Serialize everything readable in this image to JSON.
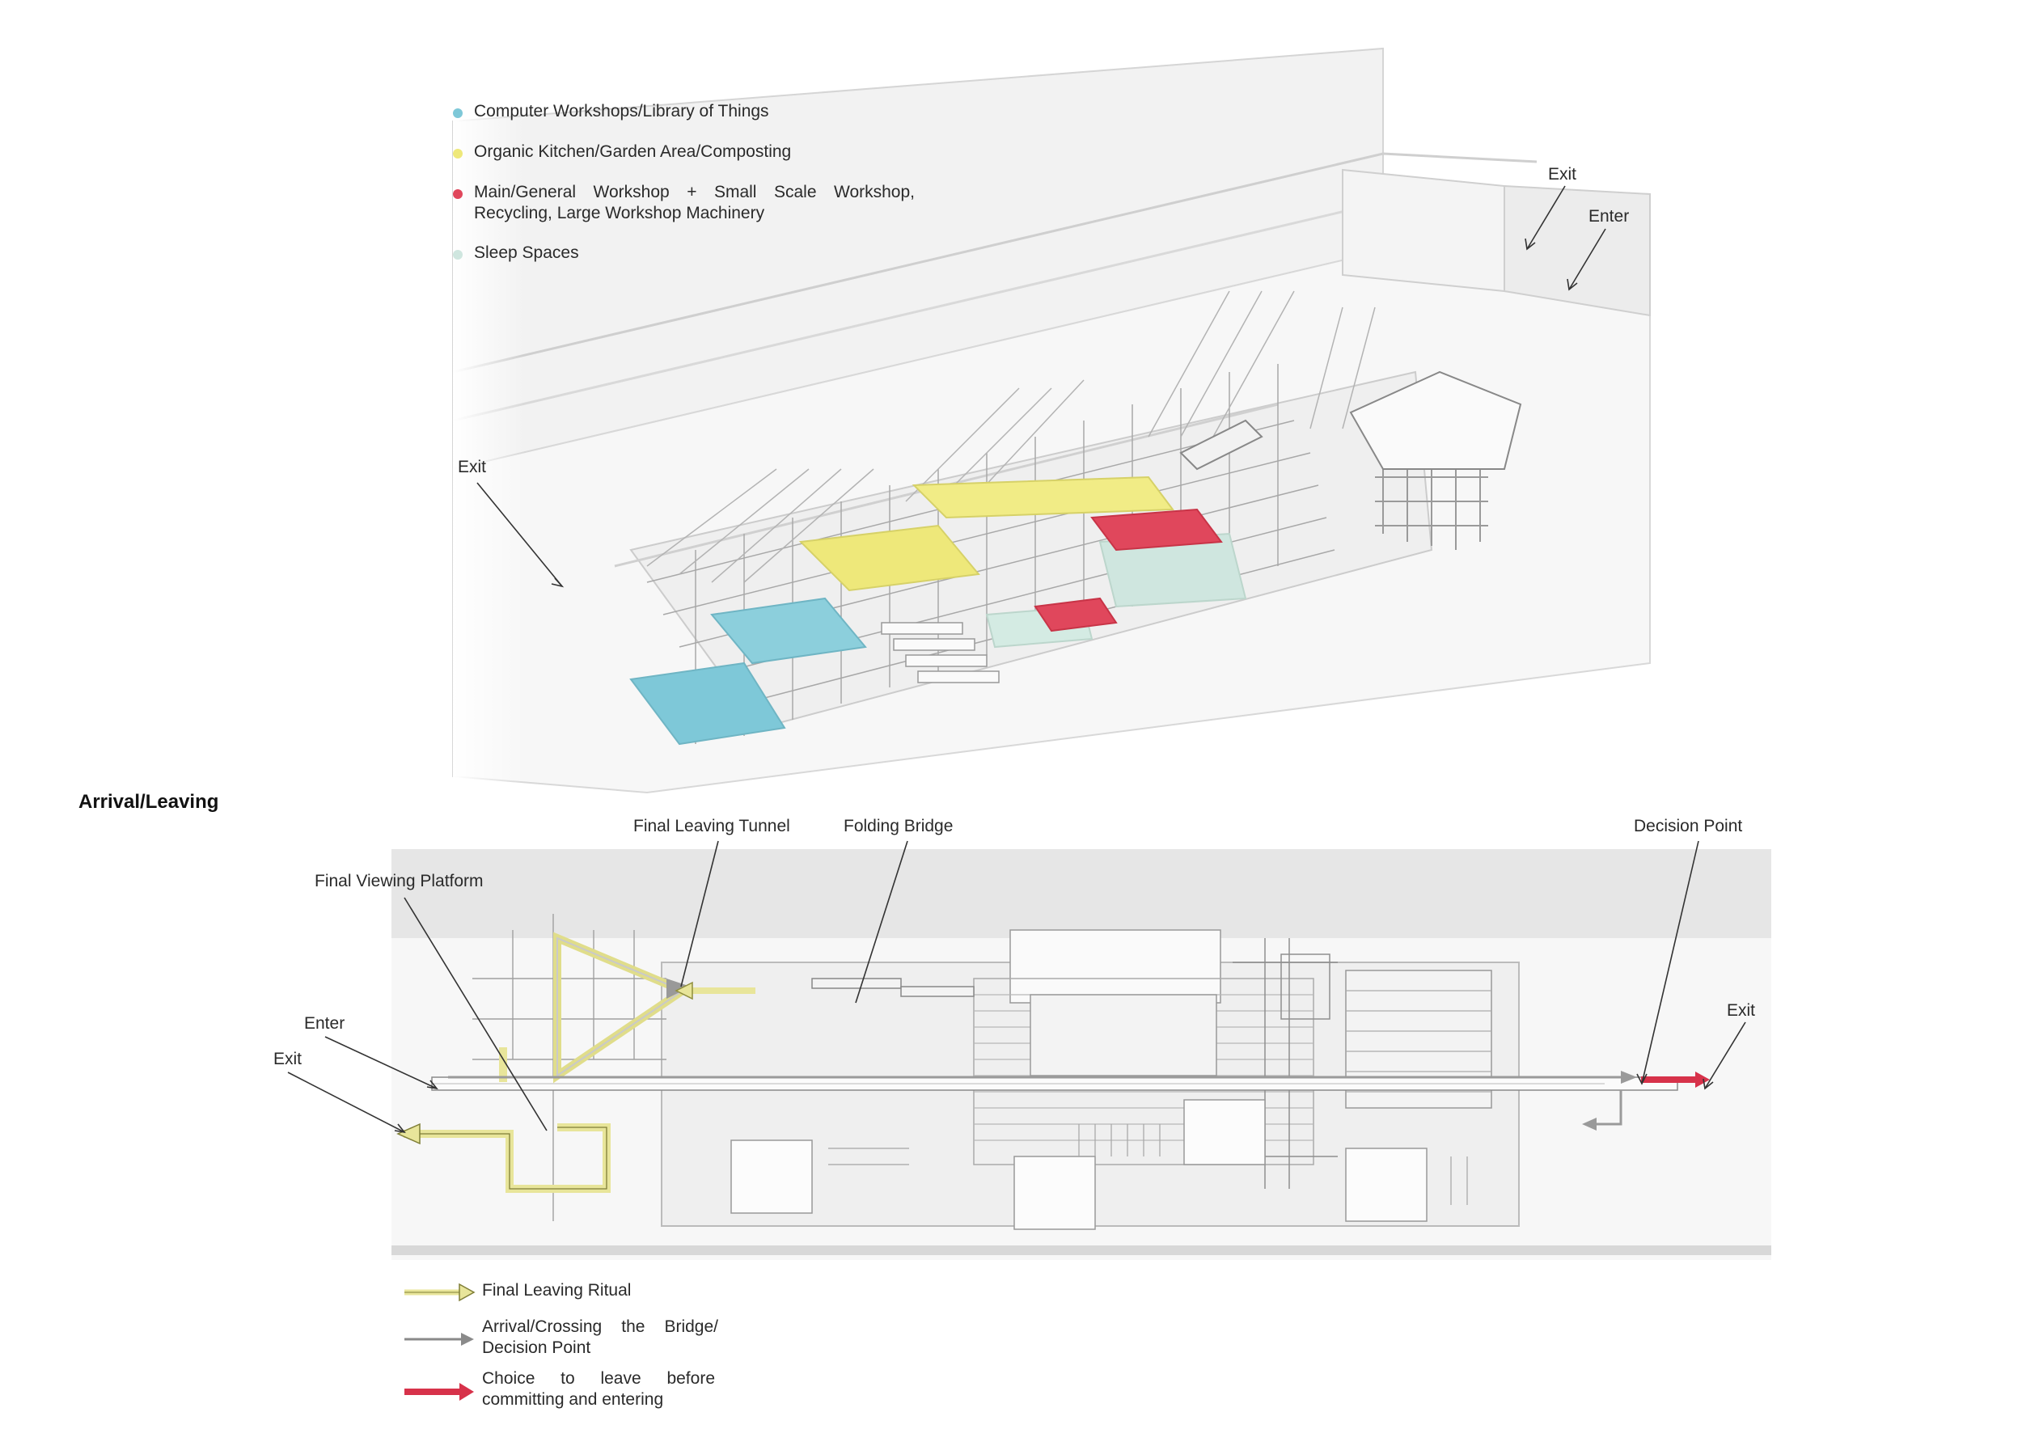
{
  "top_legend": [
    {
      "id": "blue",
      "label": "Computer Workshops/Library of Things",
      "color": "#7ec8d8"
    },
    {
      "id": "yellow",
      "label": "Organic Kitchen/Garden Area/Composting",
      "color": "#eee87a"
    },
    {
      "id": "red",
      "label": "Main/General Workshop + Small Scale Workshop, Recycling, Large Workshop Machinery",
      "color": "#e0475c"
    },
    {
      "id": "mint",
      "label": "Sleep Spaces",
      "color": "#cfe6df"
    }
  ],
  "axon_labels": {
    "exit_left": "Exit",
    "exit_top": "Exit",
    "enter_top": "Enter"
  },
  "section_title": "Arrival/Leaving",
  "plan_labels": {
    "final_leaving_tunnel": "Final Leaving Tunnel",
    "folding_bridge": "Folding Bridge",
    "decision_point": "Decision Point",
    "final_viewing_platform": "Final Viewing Platform",
    "enter": "Enter",
    "exit_left": "Exit",
    "exit_right": "Exit"
  },
  "bottom_legend": [
    {
      "id": "yellow-arrow",
      "label": "Final Leaving Ritual",
      "color": "#e8e59a"
    },
    {
      "id": "grey-arrow",
      "label": "Arrival/Crossing the Bridge/ Decision Point",
      "color": "#8a8a8a"
    },
    {
      "id": "red-arrow",
      "label": "Choice to leave before committing and entering",
      "color": "#d7324a"
    }
  ]
}
